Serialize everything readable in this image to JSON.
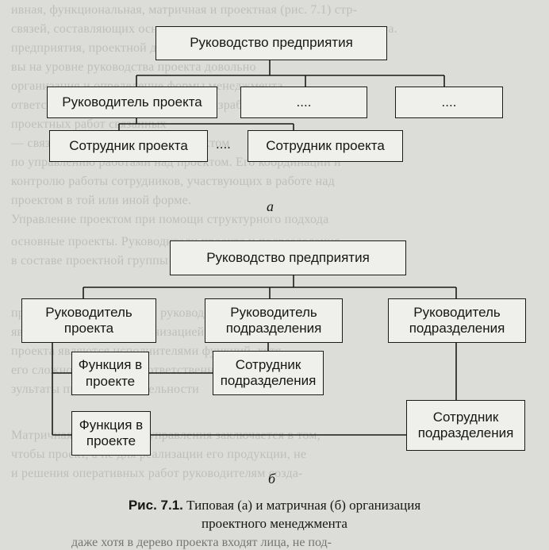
{
  "diagram_a": {
    "top": "Руководство предприятия",
    "level2": [
      "Руководитель проекта",
      "....",
      "...."
    ],
    "staff": [
      "Сотрудник проекта",
      "....",
      "Сотрудник проекта"
    ],
    "label": "а"
  },
  "diagram_b": {
    "top": "Руководство предприятия",
    "project_manager": "Руководитель проекта",
    "dept_manager_1": "Руководитель подразделения",
    "dept_manager_2": "Руководитель подразделения",
    "function_1": "Функция в проекте",
    "function_2": "Функция в проекте",
    "dept_staff_1": "Сотрудник подразделения",
    "dept_staff_2": "Сотрудник подразделения",
    "label": "б"
  },
  "caption": {
    "prefix": "Рис. 7.1.",
    "line1": "Типовая (а) и матричная (б) организация",
    "line2": "проектного менеджмента"
  },
  "bottom_text": {
    "line1": "даже хотя в дерево проекта входят лица, не под-"
  }
}
